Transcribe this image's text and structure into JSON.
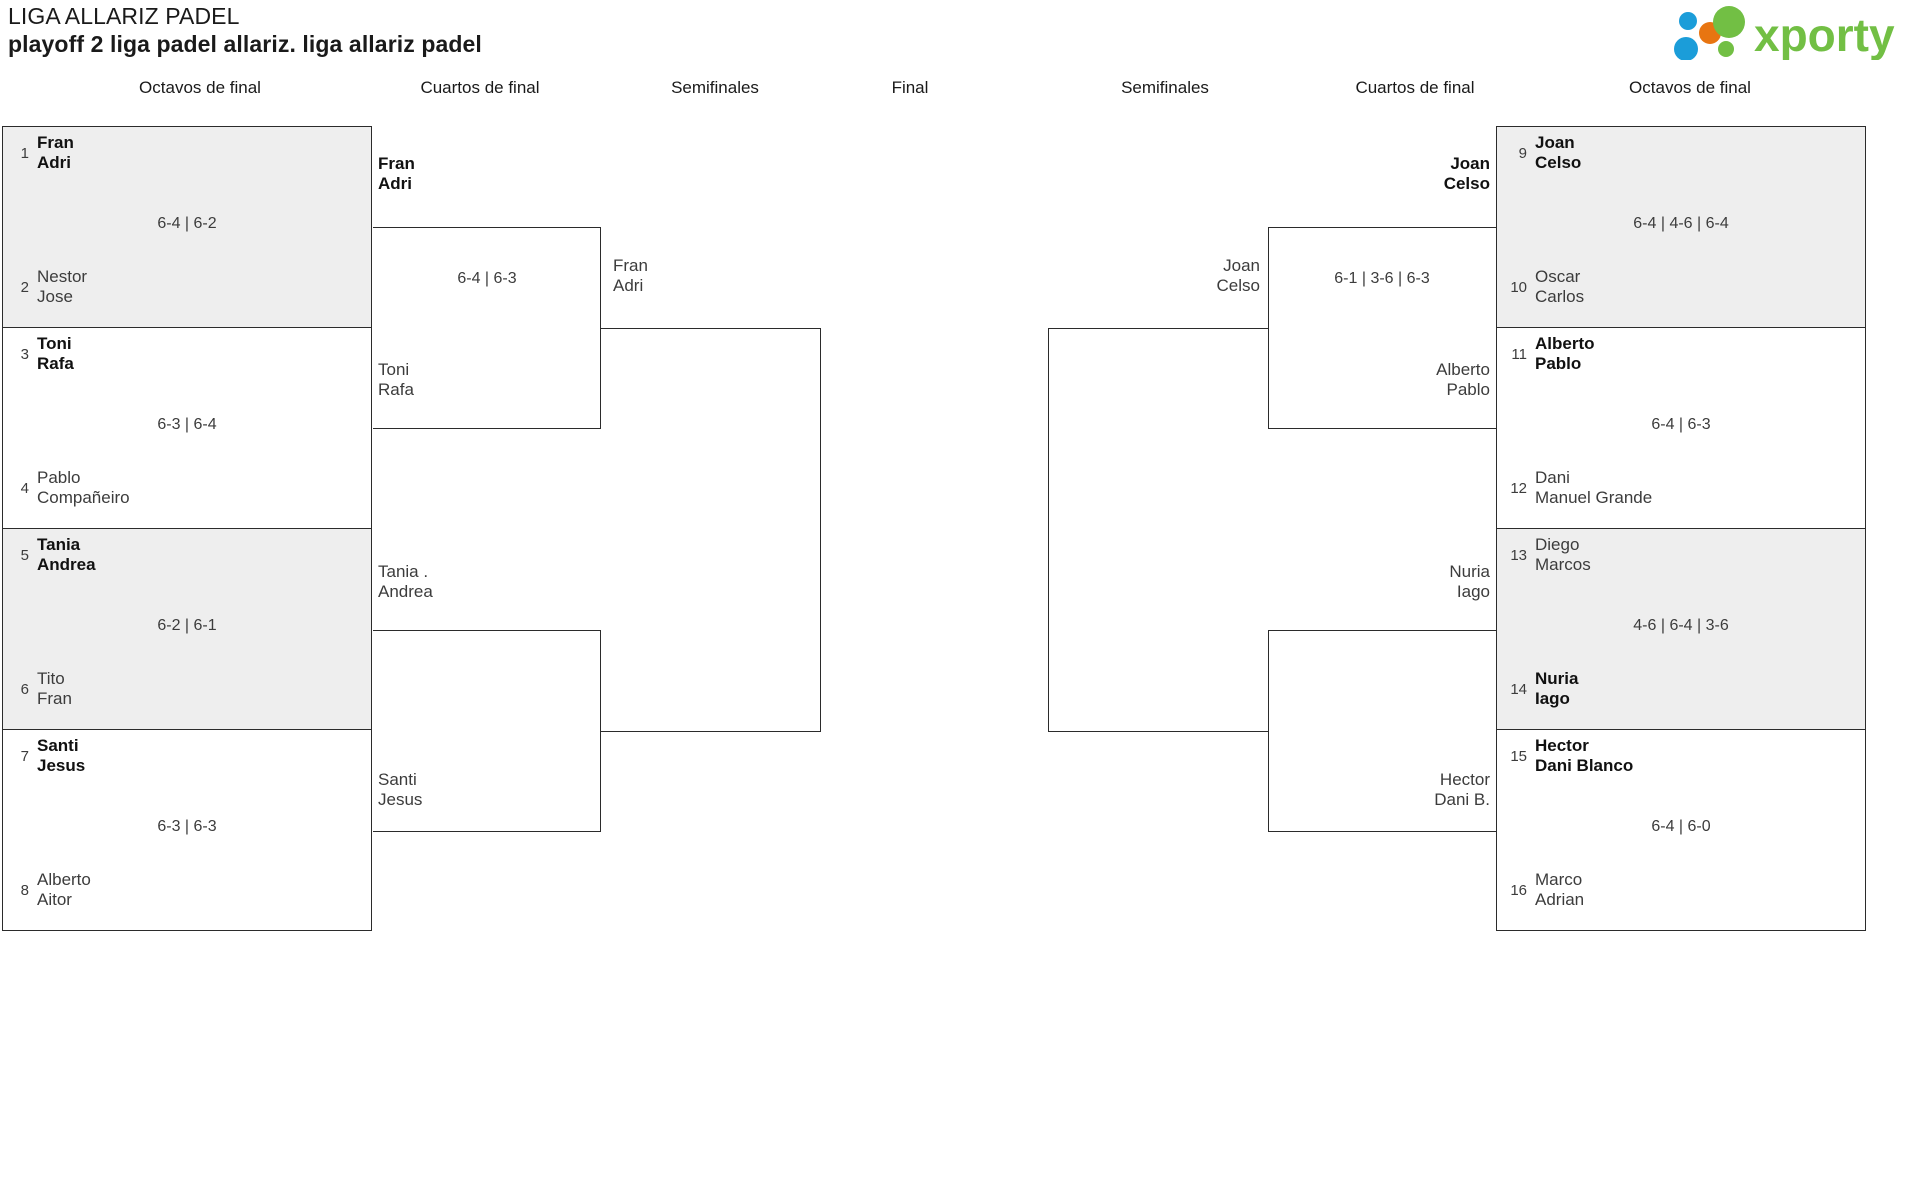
{
  "header": {
    "title": "LIGA ALLARIZ PADEL",
    "subtitle": "playoff 2 liga padel allariz. liga allariz padel",
    "logo_text": "xporty",
    "logo_colors": {
      "green": "#72bf44",
      "orange": "#e87511",
      "blue": "#1b9dd9"
    }
  },
  "rounds": {
    "left": [
      {
        "label": "Octavos de final"
      },
      {
        "label": "Cuartos de final"
      },
      {
        "label": "Semifinales"
      }
    ],
    "final": {
      "label": "Final"
    },
    "right": [
      {
        "label": "Semifinales"
      },
      {
        "label": "Cuartos de final"
      },
      {
        "label": "Octavos de final"
      }
    ]
  },
  "bracket": {
    "left": {
      "octavos": [
        {
          "shaded": true,
          "score": "6-4 | 6-2",
          "top": {
            "seed": "1",
            "p1": "Fran",
            "p2": "Adri",
            "winner": true
          },
          "bottom": {
            "seed": "2",
            "p1": "Nestor",
            "p2": "Jose",
            "winner": false
          }
        },
        {
          "shaded": false,
          "score": "6-3 | 6-4",
          "top": {
            "seed": "3",
            "p1": "Toni",
            "p2": "Rafa",
            "winner": true
          },
          "bottom": {
            "seed": "4",
            "p1": "Pablo",
            "p2": "Compañeiro",
            "winner": false
          }
        },
        {
          "shaded": true,
          "score": "6-2 | 6-1",
          "top": {
            "seed": "5",
            "p1": "Tania",
            "p2": "Andrea",
            "winner": true
          },
          "bottom": {
            "seed": "6",
            "p1": "Tito",
            "p2": "Fran",
            "winner": false
          }
        },
        {
          "shaded": false,
          "score": "6-3 | 6-3",
          "top": {
            "seed": "7",
            "p1": "Santi",
            "p2": "Jesus",
            "winner": true
          },
          "bottom": {
            "seed": "8",
            "p1": "Alberto",
            "p2": "Aitor",
            "winner": false
          }
        }
      ],
      "cuartos": [
        {
          "score": "6-4 | 6-3",
          "top": {
            "p1": "Fran",
            "p2": "Adri",
            "winner": true
          },
          "bottom": {
            "p1": "Toni",
            "p2": "Rafa",
            "winner": false
          }
        },
        {
          "score": "",
          "top": {
            "p1": "Tania .",
            "p2": "Andrea",
            "winner": false
          },
          "bottom": {
            "p1": "Santi",
            "p2": "Jesus",
            "winner": false
          }
        }
      ],
      "semifinal": {
        "score": "",
        "top": {
          "p1": "Fran",
          "p2": "Adri",
          "winner": false
        }
      }
    },
    "right": {
      "octavos": [
        {
          "shaded": true,
          "score": "6-4 | 4-6 | 6-4",
          "top": {
            "seed": "9",
            "p1": "Joan",
            "p2": "Celso",
            "winner": true
          },
          "bottom": {
            "seed": "10",
            "p1": "Oscar",
            "p2": "Carlos",
            "winner": false
          }
        },
        {
          "shaded": false,
          "score": "6-4 | 6-3",
          "top": {
            "seed": "11",
            "p1": "Alberto",
            "p2": "Pablo",
            "winner": true
          },
          "bottom": {
            "seed": "12",
            "p1": "Dani",
            "p2": "Manuel Grande",
            "winner": false
          }
        },
        {
          "shaded": true,
          "score": "4-6 | 6-4 | 3-6",
          "top": {
            "seed": "13",
            "p1": "Diego",
            "p2": "Marcos",
            "winner": false
          },
          "bottom": {
            "seed": "14",
            "p1": "Nuria",
            "p2": "Iago",
            "winner": true
          }
        },
        {
          "shaded": false,
          "score": "6-4 | 6-0",
          "top": {
            "seed": "15",
            "p1": "Hector",
            "p2": "Dani Blanco",
            "winner": true
          },
          "bottom": {
            "seed": "16",
            "p1": "Marco",
            "p2": "Adrian",
            "winner": false
          }
        }
      ],
      "cuartos": [
        {
          "score": "6-1 | 3-6 | 6-3",
          "top": {
            "p1": "Joan",
            "p2": "Celso",
            "winner": true
          },
          "bottom": {
            "p1": "Alberto",
            "p2": "Pablo",
            "winner": false
          }
        },
        {
          "score": "",
          "top": {
            "p1": "Nuria",
            "p2": "Iago",
            "winner": false
          },
          "bottom": {
            "p1": "Hector",
            "p2": "Dani B.",
            "winner": false
          }
        }
      ],
      "semifinal": {
        "score": "",
        "top": {
          "p1": "Joan",
          "p2": "Celso",
          "winner": false
        }
      }
    }
  }
}
